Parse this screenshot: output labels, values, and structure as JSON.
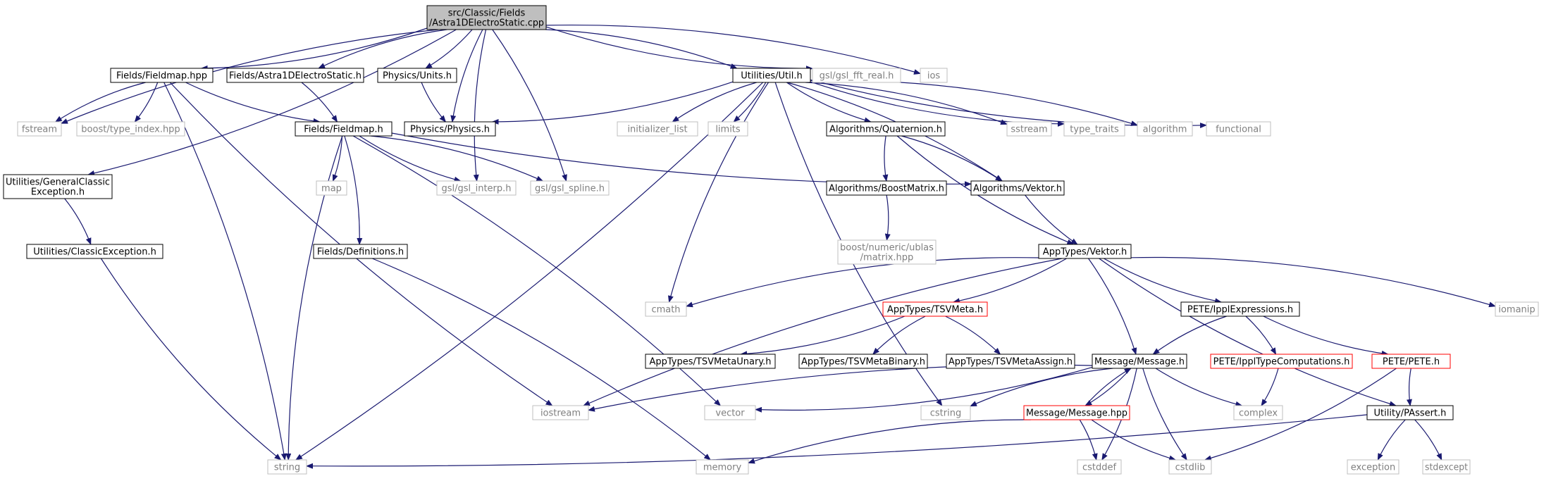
{
  "colors": {
    "edge": "#191970",
    "root_fill": "#bfbfbf",
    "box_border": "#000000",
    "sys_border": "#bfbfbf",
    "trunc_border": "#ff0000",
    "text": "#000000",
    "sys_text": "#7f7f7f"
  },
  "nodes": [
    {
      "id": "root",
      "lines": [
        "src/Classic/Fields",
        "/Astra1DElectroStatic.cpp"
      ],
      "kind": "root"
    },
    {
      "id": "fieldmap_hpp",
      "lines": [
        "Fields/Fieldmap.hpp"
      ],
      "kind": "box"
    },
    {
      "id": "astra_h",
      "lines": [
        "Fields/Astra1DElectroStatic.h"
      ],
      "kind": "box"
    },
    {
      "id": "units",
      "lines": [
        "Physics/Units.h"
      ],
      "kind": "box"
    },
    {
      "id": "util",
      "lines": [
        "Utilities/Util.h"
      ],
      "kind": "box"
    },
    {
      "id": "gsl_fft",
      "lines": [
        "gsl/gsl_fft_real.h"
      ],
      "kind": "sys"
    },
    {
      "id": "ios",
      "lines": [
        "ios"
      ],
      "kind": "sys"
    },
    {
      "id": "fstream",
      "lines": [
        "fstream"
      ],
      "kind": "sys"
    },
    {
      "id": "typeindex",
      "lines": [
        "boost/type_index.hpp"
      ],
      "kind": "sys"
    },
    {
      "id": "fieldmap_h",
      "lines": [
        "Fields/Fieldmap.h"
      ],
      "kind": "box"
    },
    {
      "id": "physics",
      "lines": [
        "Physics/Physics.h"
      ],
      "kind": "box"
    },
    {
      "id": "initlist",
      "lines": [
        "initializer_list"
      ],
      "kind": "sys"
    },
    {
      "id": "limits",
      "lines": [
        "limits"
      ],
      "kind": "sys"
    },
    {
      "id": "quaternion",
      "lines": [
        "Algorithms/Quaternion.h"
      ],
      "kind": "box"
    },
    {
      "id": "sstream",
      "lines": [
        "sstream"
      ],
      "kind": "sys"
    },
    {
      "id": "typetraits",
      "lines": [
        "type_traits"
      ],
      "kind": "sys"
    },
    {
      "id": "algorithm",
      "lines": [
        "algorithm"
      ],
      "kind": "sys"
    },
    {
      "id": "functional",
      "lines": [
        "functional"
      ],
      "kind": "sys"
    },
    {
      "id": "gce",
      "lines": [
        "Utilities/GeneralClassic",
        "Exception.h"
      ],
      "kind": "box"
    },
    {
      "id": "map",
      "lines": [
        "map"
      ],
      "kind": "sys"
    },
    {
      "id": "gsl_interp",
      "lines": [
        "gsl/gsl_interp.h"
      ],
      "kind": "sys"
    },
    {
      "id": "gsl_spline",
      "lines": [
        "gsl/gsl_spline.h"
      ],
      "kind": "sys"
    },
    {
      "id": "vektor_alg",
      "lines": [
        "Algorithms/Vektor.h"
      ],
      "kind": "box"
    },
    {
      "id": "boostmatrix",
      "lines": [
        "Algorithms/BoostMatrix.h"
      ],
      "kind": "box"
    },
    {
      "id": "ublas",
      "lines": [
        "boost/numeric/ublas",
        "/matrix.hpp"
      ],
      "kind": "sys"
    },
    {
      "id": "classicexc",
      "lines": [
        "Utilities/ClassicException.h"
      ],
      "kind": "box"
    },
    {
      "id": "definitions",
      "lines": [
        "Fields/Definitions.h"
      ],
      "kind": "box"
    },
    {
      "id": "appvektor",
      "lines": [
        "AppTypes/Vektor.h"
      ],
      "kind": "box"
    },
    {
      "id": "cmath",
      "lines": [
        "cmath"
      ],
      "kind": "sys"
    },
    {
      "id": "tsvmeta",
      "lines": [
        "AppTypes/TSVMeta.h"
      ],
      "kind": "trunc"
    },
    {
      "id": "ipplexpr",
      "lines": [
        "PETE/IpplExpressions.h"
      ],
      "kind": "box"
    },
    {
      "id": "iomanip",
      "lines": [
        "iomanip"
      ],
      "kind": "sys"
    },
    {
      "id": "tsvunary",
      "lines": [
        "AppTypes/TSVMetaUnary.h"
      ],
      "kind": "box"
    },
    {
      "id": "tsvbinary",
      "lines": [
        "AppTypes/TSVMetaBinary.h"
      ],
      "kind": "box"
    },
    {
      "id": "tsvassign",
      "lines": [
        "AppTypes/TSVMetaAssign.h"
      ],
      "kind": "box"
    },
    {
      "id": "message_h",
      "lines": [
        "Message/Message.h"
      ],
      "kind": "box"
    },
    {
      "id": "ippltypecomp",
      "lines": [
        "PETE/IpplTypeComputations.h"
      ],
      "kind": "trunc"
    },
    {
      "id": "pete",
      "lines": [
        "PETE/PETE.h"
      ],
      "kind": "trunc"
    },
    {
      "id": "iostream",
      "lines": [
        "iostream"
      ],
      "kind": "sys"
    },
    {
      "id": "vector",
      "lines": [
        "vector"
      ],
      "kind": "sys"
    },
    {
      "id": "cstring",
      "lines": [
        "cstring"
      ],
      "kind": "sys"
    },
    {
      "id": "message_hpp",
      "lines": [
        "Message/Message.hpp"
      ],
      "kind": "trunc"
    },
    {
      "id": "complex",
      "lines": [
        "complex"
      ],
      "kind": "sys"
    },
    {
      "id": "passert",
      "lines": [
        "Utility/PAssert.h"
      ],
      "kind": "box"
    },
    {
      "id": "string",
      "lines": [
        "string"
      ],
      "kind": "sys"
    },
    {
      "id": "memory",
      "lines": [
        "memory"
      ],
      "kind": "sys"
    },
    {
      "id": "cstddef",
      "lines": [
        "cstddef"
      ],
      "kind": "sys"
    },
    {
      "id": "cstdlib",
      "lines": [
        "cstdlib"
      ],
      "kind": "sys"
    },
    {
      "id": "exception",
      "lines": [
        "exception"
      ],
      "kind": "sys"
    },
    {
      "id": "stdexcept",
      "lines": [
        "stdexcept"
      ],
      "kind": "sys"
    }
  ],
  "edges": [
    [
      "root",
      "fieldmap_hpp"
    ],
    [
      "root",
      "astra_h"
    ],
    [
      "root",
      "units"
    ],
    [
      "root",
      "physics"
    ],
    [
      "root",
      "util"
    ],
    [
      "root",
      "gsl_fft"
    ],
    [
      "root",
      "ios"
    ],
    [
      "root",
      "fstream"
    ],
    [
      "root",
      "gce"
    ],
    [
      "root",
      "gsl_interp"
    ],
    [
      "root",
      "gsl_spline"
    ],
    [
      "fieldmap_hpp",
      "fstream"
    ],
    [
      "fieldmap_hpp",
      "typeindex"
    ],
    [
      "fieldmap_hpp",
      "fieldmap_h"
    ],
    [
      "fieldmap_hpp",
      "string"
    ],
    [
      "fieldmap_hpp",
      "iostream"
    ],
    [
      "astra_h",
      "fieldmap_h"
    ],
    [
      "units",
      "physics"
    ],
    [
      "util",
      "physics"
    ],
    [
      "util",
      "initlist"
    ],
    [
      "util",
      "limits"
    ],
    [
      "util",
      "quaternion"
    ],
    [
      "util",
      "sstream"
    ],
    [
      "util",
      "typetraits"
    ],
    [
      "util",
      "algorithm"
    ],
    [
      "util",
      "functional"
    ],
    [
      "util",
      "vektor_alg"
    ],
    [
      "util",
      "cmath"
    ],
    [
      "util",
      "string"
    ],
    [
      "util",
      "cstring"
    ],
    [
      "fieldmap_h",
      "map"
    ],
    [
      "fieldmap_h",
      "gsl_interp"
    ],
    [
      "fieldmap_h",
      "gsl_spline"
    ],
    [
      "fieldmap_h",
      "vektor_alg"
    ],
    [
      "fieldmap_h",
      "definitions"
    ],
    [
      "fieldmap_h",
      "string"
    ],
    [
      "fieldmap_h",
      "vector"
    ],
    [
      "quaternion",
      "boostmatrix"
    ],
    [
      "quaternion",
      "vektor_alg"
    ],
    [
      "quaternion",
      "appvektor"
    ],
    [
      "boostmatrix",
      "ublas"
    ],
    [
      "vektor_alg",
      "appvektor"
    ],
    [
      "gce",
      "classicexc"
    ],
    [
      "classicexc",
      "string"
    ],
    [
      "definitions",
      "memory"
    ],
    [
      "appvektor",
      "cmath"
    ],
    [
      "appvektor",
      "tsvmeta"
    ],
    [
      "appvektor",
      "ipplexpr"
    ],
    [
      "appvektor",
      "iomanip"
    ],
    [
      "appvektor",
      "iostream"
    ],
    [
      "appvektor",
      "message_h"
    ],
    [
      "appvektor",
      "passert"
    ],
    [
      "tsvmeta",
      "tsvunary"
    ],
    [
      "tsvmeta",
      "tsvbinary"
    ],
    [
      "tsvmeta",
      "tsvassign"
    ],
    [
      "ipplexpr",
      "message_h"
    ],
    [
      "ipplexpr",
      "ippltypecomp"
    ],
    [
      "ipplexpr",
      "pete"
    ],
    [
      "ippltypecomp",
      "complex"
    ],
    [
      "pete",
      "passert"
    ],
    [
      "pete",
      "cstdlib"
    ],
    [
      "message_h",
      "iostream"
    ],
    [
      "message_h",
      "vector"
    ],
    [
      "message_h",
      "cstring"
    ],
    [
      "message_h",
      "message_hpp"
    ],
    [
      "message_h",
      "complex"
    ],
    [
      "message_h",
      "cstddef"
    ],
    [
      "message_h",
      "cstdlib"
    ],
    [
      "message_hpp",
      "message_h"
    ],
    [
      "message_hpp",
      "memory"
    ],
    [
      "message_hpp",
      "cstddef"
    ],
    [
      "message_hpp",
      "cstdlib"
    ],
    [
      "passert",
      "string"
    ],
    [
      "passert",
      "exception"
    ],
    [
      "passert",
      "stdexcept"
    ]
  ]
}
